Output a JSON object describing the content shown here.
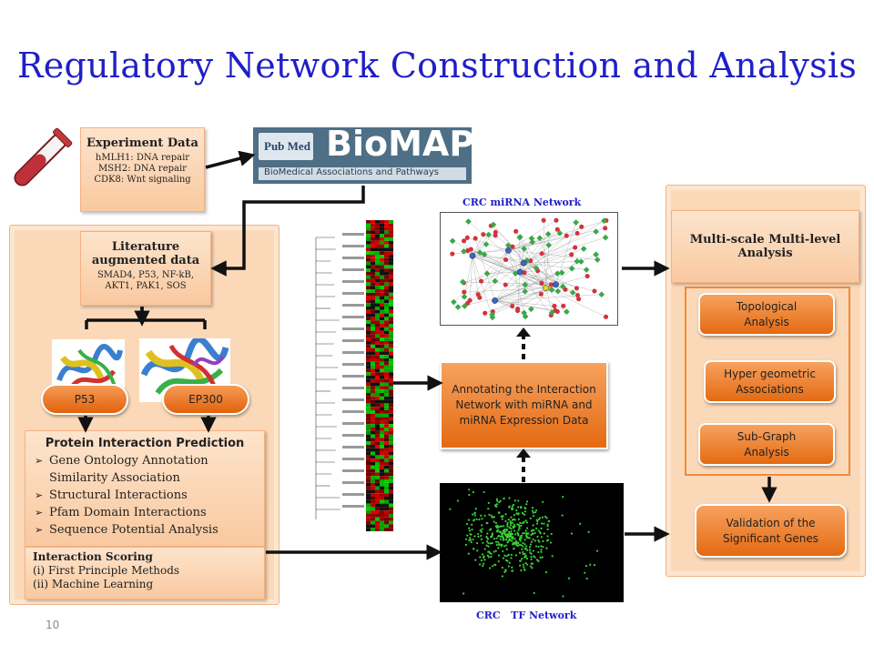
{
  "title": "Regulatory Network Construction and Analysis",
  "experiment": {
    "heading": "Experiment Data",
    "lines": [
      "hMLH1: DNA repair",
      "MSH2: DNA repair",
      "CDK8: Wnt signaling"
    ]
  },
  "biomap": {
    "badge": "Pub Med",
    "name": "BioMAP",
    "subtitle": "BioMedical Associations and Pathways"
  },
  "literature": {
    "heading": "Literature augmented data",
    "lines": [
      "SMAD4, P53, NF-kB,",
      "AKT1, PAK1, SOS"
    ]
  },
  "proteins": [
    "P53",
    "EP300"
  ],
  "prediction": {
    "heading": "Protein Interaction Prediction",
    "items": [
      "Gene Ontology  Annotation Similarity Association",
      "Structural Interactions",
      "Pfam Domain Interactions",
      "Sequence  Potential Analysis"
    ]
  },
  "scoring": {
    "heading": "Interaction Scoring",
    "lines": [
      "(i) First Principle Methods",
      "(ii)  Machine Learning"
    ]
  },
  "annotating": "Annotating the Interaction Network with miRNA and miRNA Expression Data",
  "mirna_label": "CRC miRNA Network",
  "tf_label": "CRC   TF Network",
  "multiscale": "Multi-scale Multi-level Analysis",
  "analyses": [
    "Topological Analysis",
    "Hyper geometric Associations",
    "Sub-Graph Analysis"
  ],
  "validation": "Validation of the Significant Genes",
  "page_number": "10",
  "colors": {
    "title": "#1f1fc8",
    "orange": "#e46a12",
    "panel": "#fbd9b8"
  }
}
